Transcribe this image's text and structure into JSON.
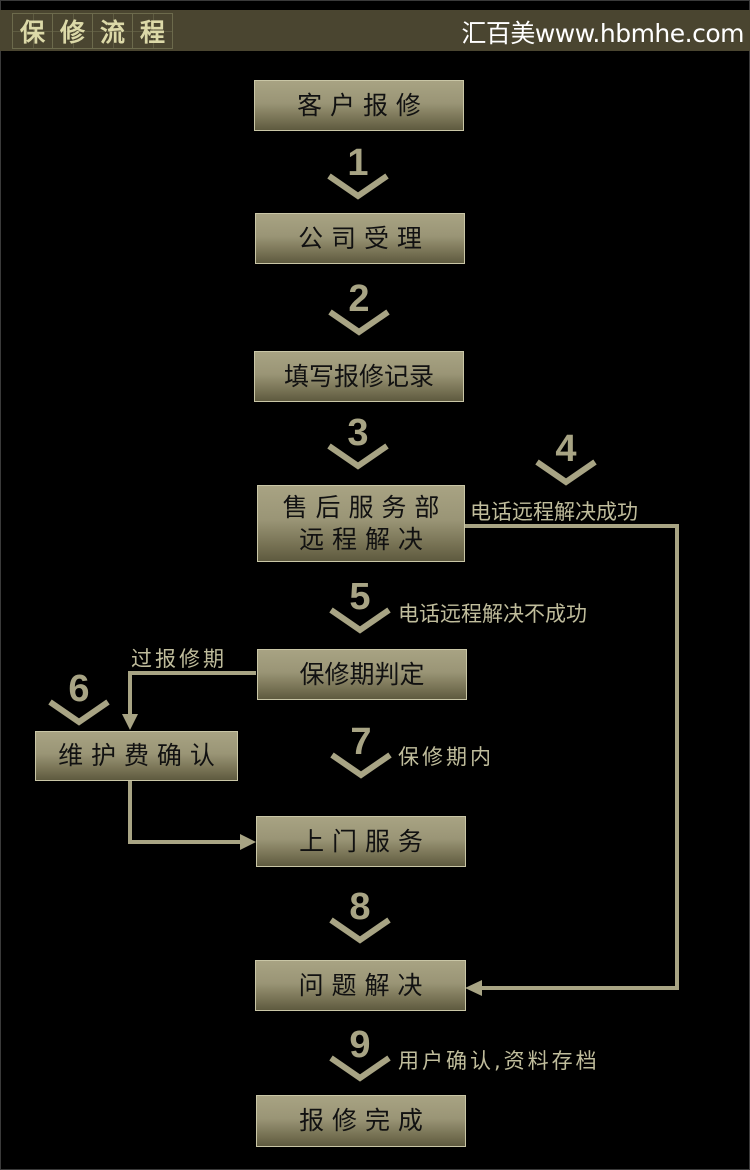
{
  "header": {
    "title_chars": [
      "保",
      "修",
      "流",
      "程"
    ],
    "brand": "汇百美www.hbmhe.com"
  },
  "boxes": {
    "customer_report": "客 户 报 修",
    "company_accept": "公 司 受 理",
    "fill_record": "填写报修记录",
    "after_sales_line1": "售 后 服 务 部",
    "after_sales_line2": "远 程 解 决",
    "warranty_check": "保修期判定",
    "fee_confirm": "维 护 费 确 认",
    "onsite_service": "上 门 服 务",
    "problem_solved": "问 题 解 决",
    "repair_complete": "报 修 完 成"
  },
  "steps": [
    "1",
    "2",
    "3",
    "4",
    "5",
    "6",
    "7",
    "8",
    "9"
  ],
  "notes": {
    "phone_success": "电话远程解决成功",
    "phone_fail": "电话远程解决不成功",
    "out_of_warranty": "过报修期",
    "in_warranty": "保修期内",
    "user_confirm": "用户确认,资料存档"
  },
  "colors": {
    "background": "#000000",
    "header": "#4a4530",
    "box_top": "#a8a383",
    "box_bottom": "#5e5a3f",
    "accent": "#a8a484"
  }
}
